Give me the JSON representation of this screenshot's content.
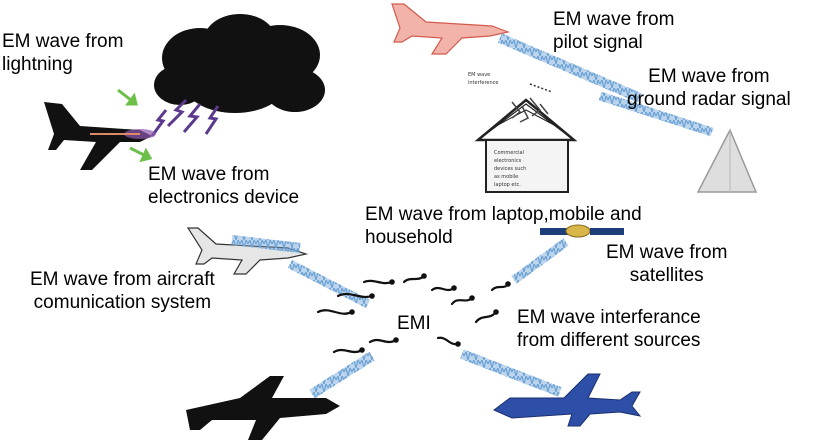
{
  "labels": {
    "lightning": [
      "EM wave from",
      "lightning"
    ],
    "electronics": [
      "EM wave from",
      "electronics device"
    ],
    "aircraft": [
      "EM wave from aircraft",
      "comunication system"
    ],
    "pilot": [
      "EM wave from",
      "pilot signal"
    ],
    "radar": [
      "EM wave from",
      "ground radar signal"
    ],
    "laptop": [
      "EM wave from laptop,mobile and",
      "household"
    ],
    "satellites": [
      "EM wave from",
      "satellites"
    ],
    "interference": [
      "EM wave interferance",
      "from different sources"
    ],
    "emi": "EMI"
  },
  "colors": {
    "wave": "#6fa4d6",
    "cloud": "#111111",
    "lightning": "#5b3a8e",
    "green_arrow": "#6cc04a",
    "pilot_plane": "#e8867c",
    "satellite": "#d9b64a",
    "blue_plane": "#2e4fa8",
    "radar": "#cfcfcf"
  },
  "icons": [
    "cloud-icon",
    "lightning-bolt-icon",
    "black-aircraft-icon",
    "pilot-aircraft-icon",
    "ground-radar-icon",
    "house-icon",
    "satellite-icon",
    "communication-aircraft-icon",
    "blue-aircraft-icon",
    "bottom-black-aircraft-icon",
    "emi-arrow-icon"
  ]
}
